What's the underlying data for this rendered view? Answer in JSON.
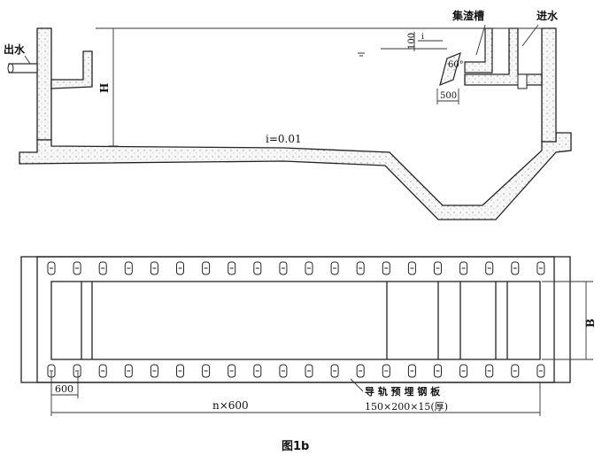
{
  "section_view": {
    "label_outlet": "出水",
    "label_inlet": "进水",
    "label_collector": "集渣槽",
    "dim_depth": "H",
    "dim_100": "100",
    "dim_angle": "60°",
    "dim_500": "500",
    "slope_label": "i=0.01"
  },
  "plan_view": {
    "dim_width": "B",
    "dim_bay": "600",
    "dim_total": "n×600",
    "plate_label": "导 轨 预 埋 钢 板",
    "plate_size": "150×200×15(厚)"
  },
  "caption": "图1b",
  "colors": {
    "line": "#222222",
    "concrete": "#f4f4f4"
  }
}
